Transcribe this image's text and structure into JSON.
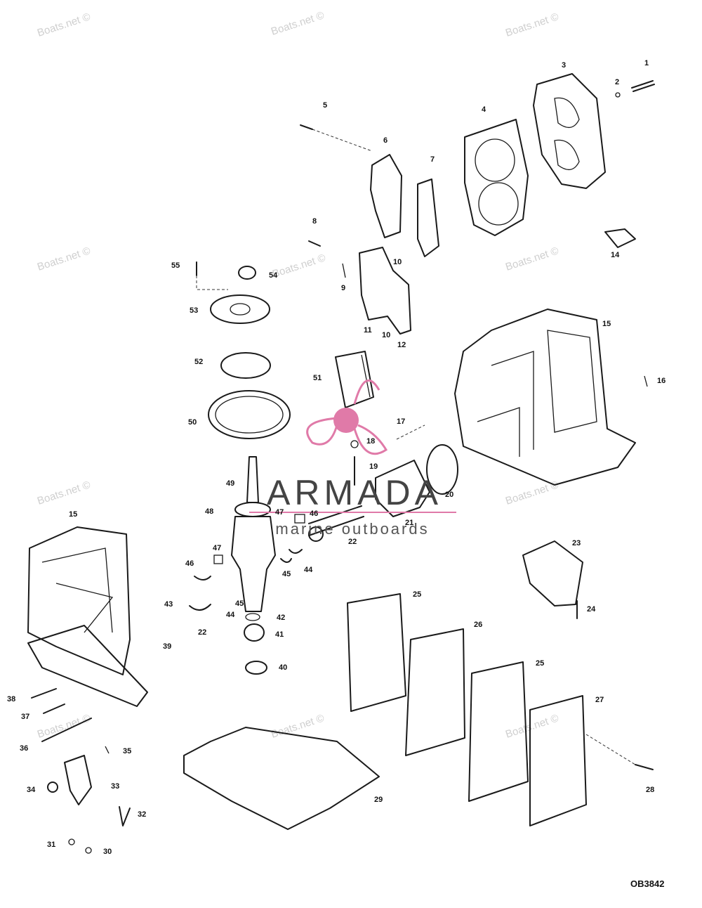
{
  "watermark_text": "Boats.net ©",
  "brand": {
    "name": "ARMADA",
    "tagline": "marine outboards",
    "accent_color": "#e07aa8"
  },
  "drawing_code": "OB3842",
  "callouts": [
    "1",
    "2",
    "3",
    "4",
    "5",
    "6",
    "7",
    "8",
    "9",
    "10",
    "10",
    "11",
    "12",
    "14",
    "15",
    "15",
    "16",
    "17",
    "18",
    "19",
    "20",
    "21",
    "22",
    "22",
    "23",
    "24",
    "25",
    "25",
    "26",
    "27",
    "28",
    "29",
    "30",
    "31",
    "32",
    "33",
    "34",
    "35",
    "36",
    "37",
    "38",
    "39",
    "40",
    "41",
    "42",
    "43",
    "44",
    "44",
    "45",
    "45",
    "46",
    "46",
    "47",
    "47",
    "48",
    "49",
    "50",
    "51",
    "52",
    "53",
    "54",
    "55"
  ]
}
